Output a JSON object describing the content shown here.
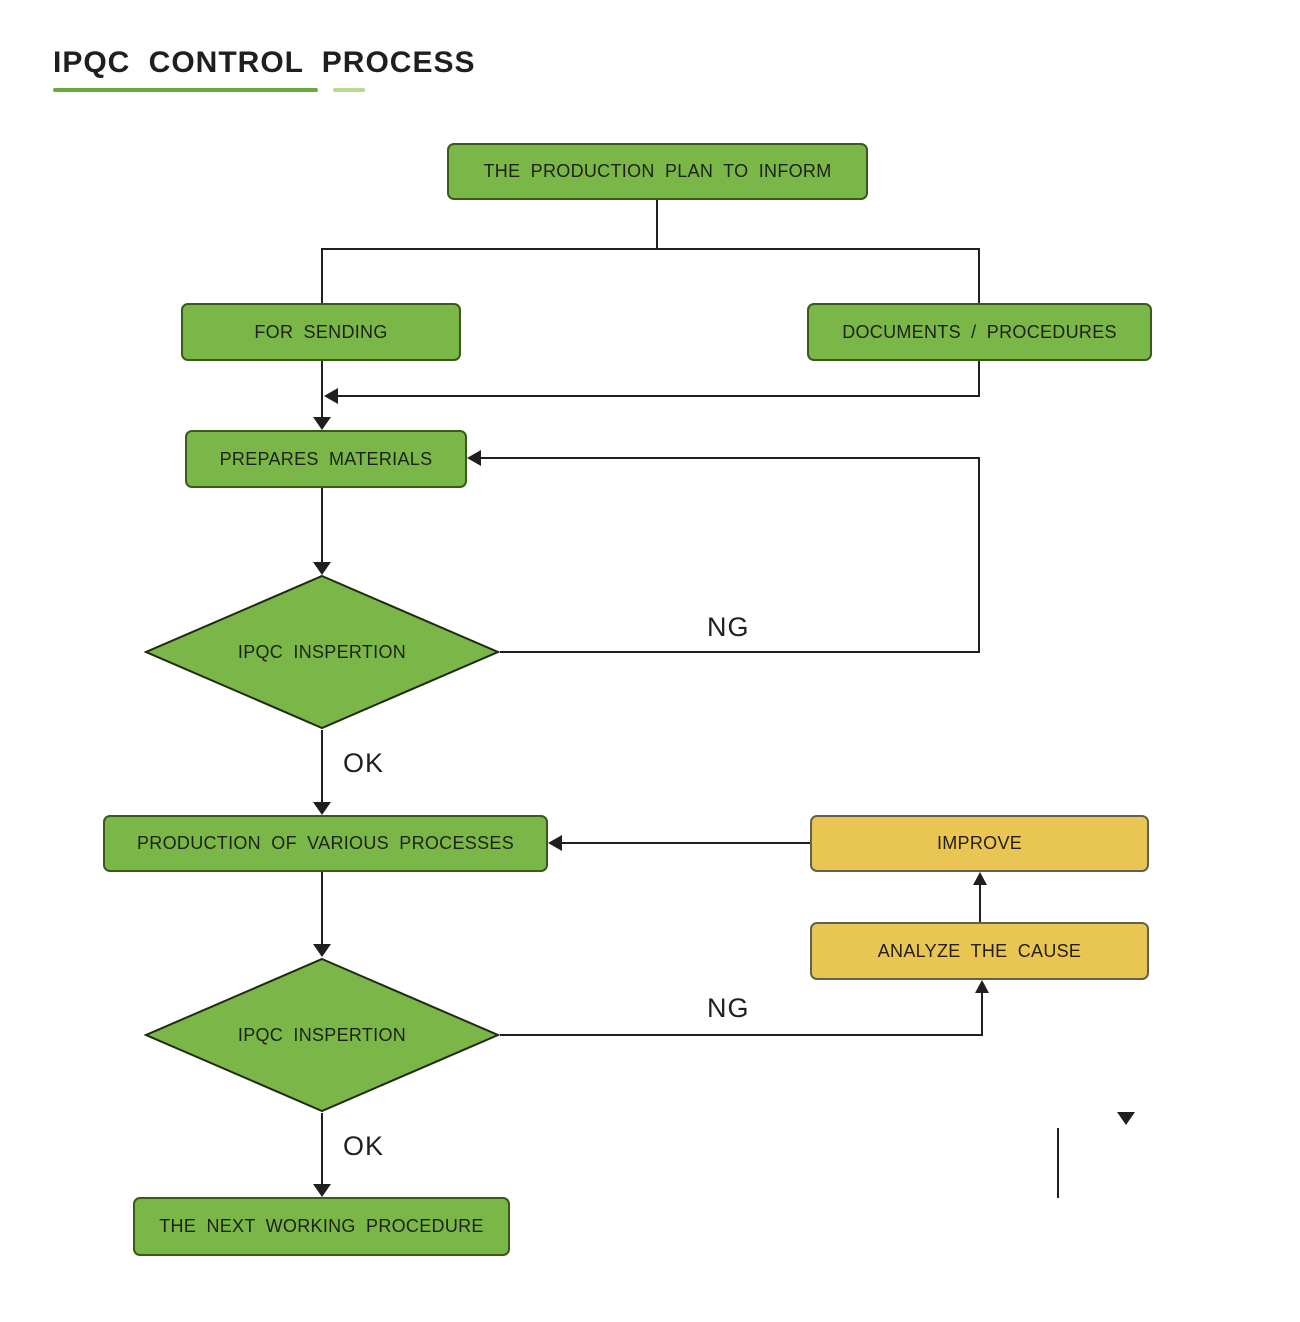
{
  "title": {
    "text": "IPQC CONTROL PROCESS"
  },
  "colors": {
    "node_green": "#7ab648",
    "node_green_border": "#3a5a1c",
    "node_yellow": "#e9c654",
    "node_yellow_border": "#62604f",
    "connector": "#1f1f1f",
    "title_underline_dark": "#6aaa3c",
    "title_underline_light": "#b9da8e"
  },
  "nodes": {
    "plan": {
      "label": "THE PRODUCTION PLAN TO INFORM"
    },
    "sending": {
      "label": "FOR SENDING"
    },
    "documents": {
      "label": "DOCUMENTS / PROCEDURES"
    },
    "prepares": {
      "label": "PREPARES MATERIALS"
    },
    "inspection1": {
      "label": "IPQC INSPERTION"
    },
    "production": {
      "label": "PRODUCTION OF VARIOUS PROCESSES"
    },
    "improve": {
      "label": "IMPROVE"
    },
    "analyze": {
      "label": "ANALYZE THE CAUSE"
    },
    "inspection2": {
      "label": "IPQC INSPERTION"
    },
    "next": {
      "label": "THE NEXT WORKING PROCEDURE"
    }
  },
  "edge_labels": {
    "ng_top": "NG",
    "ok_top": "OK",
    "ng_bottom": "NG",
    "ok_bottom": "OK"
  }
}
